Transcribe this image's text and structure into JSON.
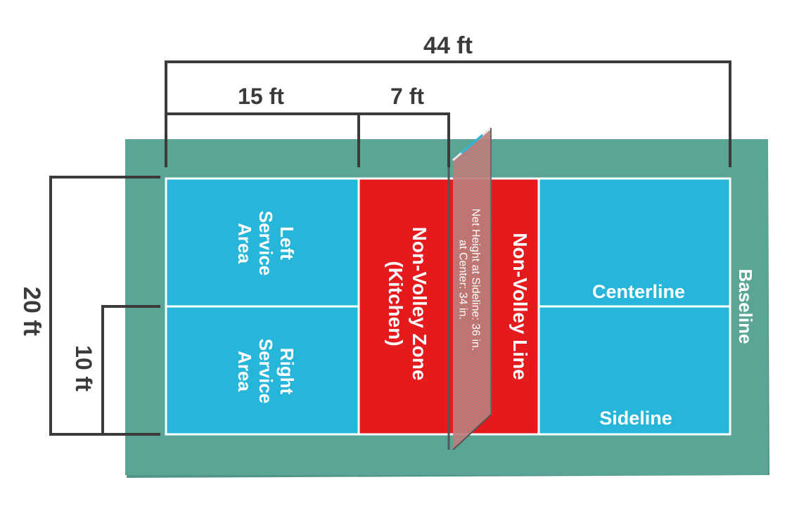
{
  "dimensions": {
    "length": "44 ft",
    "service_depth": "15 ft",
    "kitchen_depth": "7 ft",
    "width": "20 ft",
    "half_width": "10 ft"
  },
  "areas": {
    "left_service": [
      "Left",
      "Service",
      "Area"
    ],
    "right_service": [
      "Right",
      "Service",
      "Area"
    ],
    "kitchen": [
      "Non-Volley Zone",
      "(Kitchen)"
    ],
    "non_volley_line": "Non-Volley Line",
    "net_height": [
      "Net Height at Sideline: 36 in.",
      "at Center: 34 in."
    ],
    "centerline": "Centerline",
    "sideline": "Sideline",
    "baseline": "Baseline"
  },
  "colors": {
    "surround": "#5aa596",
    "service_area": "#25b6da",
    "kitchen": "#e41a1c",
    "lines": "#ffffff",
    "dimension_lines": "#3b3b3b"
  }
}
